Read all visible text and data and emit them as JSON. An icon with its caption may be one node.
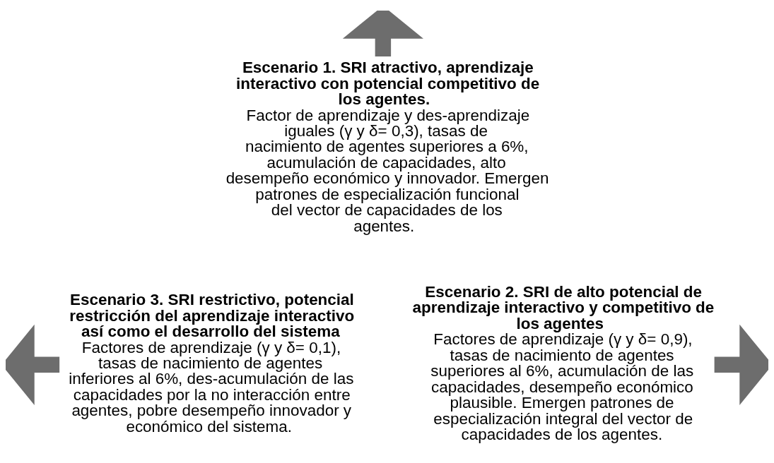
{
  "diagram": {
    "nodes": [
      {
        "text": [
          "Escenario 1. SRI atractivo, aprendizaje interactivo con potencial competitivo de los agentes.",
          "Factor de aprendizaje y des-aprendizaje iguales (γ y δ= 0,3), tasas de nacimiento de agentes superiores a 6%, acumulación de capacidades, alto desempeño económico y innovador. Emergen patrones de especialización funcional del vector de capacidades de los agentes."
        ]
      },
      {
        "text": [
          "Escenario 3. SRI restrictivo, potencial restricción del aprendizaje interactivo así como el desarrollo del sistema",
          "Factores de aprendizaje (γ y δ= 0,1), tasas de nacimiento de agentes inferiores al 6%, des-acumulación de las capacidades por la no interacción entre agentes, pobre desempeño innovador y económico del sistema."
        ]
      },
      {
        "text": [
          "Escenario 2. SRI de alto potencial de aprendizaje interactivo y competitivo de los agentes",
          "Factores de aprendizaje (γ y δ= 0,9), tasas de nacimiento de agentes superiores al 6%, acumulación de las capacidades, desempeño económico plausible. Emergen patrones de especialización integral del vector de capacidades de los agentes."
        ]
      }
    ],
    "edges": [
      {
        "from": 0,
        "to": null,
        "arrow": "to"
      },
      {
        "from": 1,
        "to": null,
        "arrow": "to"
      },
      {
        "from": 2,
        "to": null,
        "arrow": "to"
      }
    ]
  }
}
